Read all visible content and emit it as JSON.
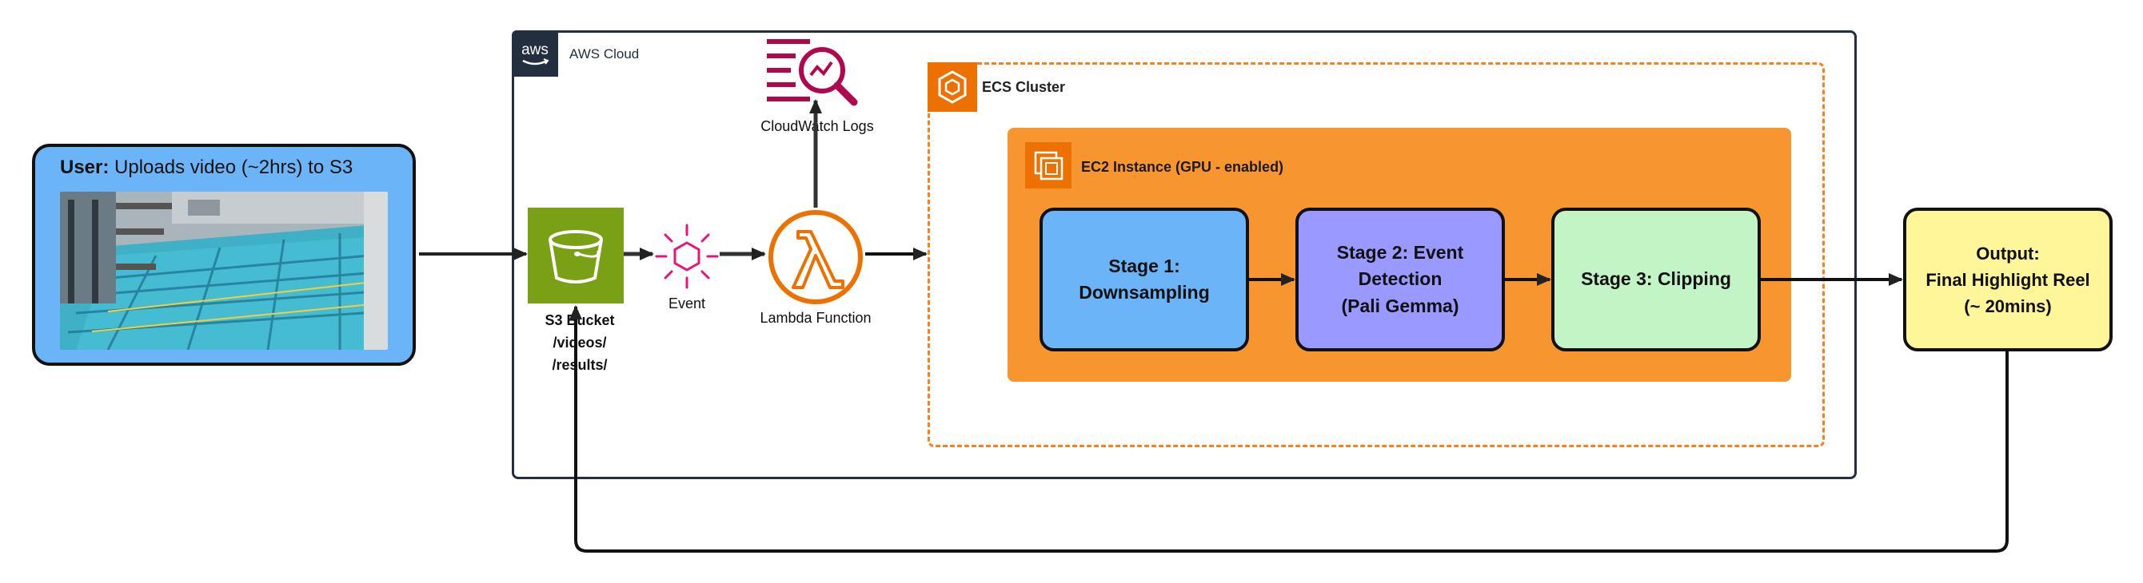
{
  "aws_cloud": {
    "label": "AWS Cloud"
  },
  "ecs_cluster": {
    "label": "ECS Cluster"
  },
  "ec2_instance": {
    "label": "EC2 Instance (GPU - enabled)"
  },
  "user": {
    "label_bold": "User:",
    "label_rest": " Uploads video (~2hrs) to S3"
  },
  "s3": {
    "label": "S3 Bucket\n/videos/\n/results/"
  },
  "event": {
    "label": "Event"
  },
  "lambda": {
    "label": "Lambda Function"
  },
  "cloudwatch": {
    "label": "CloudWatch Logs"
  },
  "stages": [
    {
      "label": "Stage 1:\nDownsampling"
    },
    {
      "label": "Stage 2: Event\nDetection\n(Pali Gemma)"
    },
    {
      "label": "Stage 3: Clipping"
    }
  ],
  "output": {
    "label": "Output:\nFinal Highlight Reel\n(~ 20mins)"
  },
  "colors": {
    "user_box": "#6cb4f8",
    "s3": "#7aa116",
    "lambda": "#ed7100",
    "event": "#e7157b",
    "cloudwatch": "#b0084d",
    "ecs_border": "#f5821f",
    "ec2_fill": "#f7962f",
    "stage1": "#6cb4f8",
    "stage2": "#9999ff",
    "stage3": "#c2f4c5",
    "output": "#fff599"
  },
  "icons": [
    "aws-logo",
    "ecs-icon",
    "ec2-icon",
    "s3-bucket-icon",
    "event-icon",
    "lambda-icon",
    "cloudwatch-logs-icon",
    "video-thumbnail"
  ]
}
